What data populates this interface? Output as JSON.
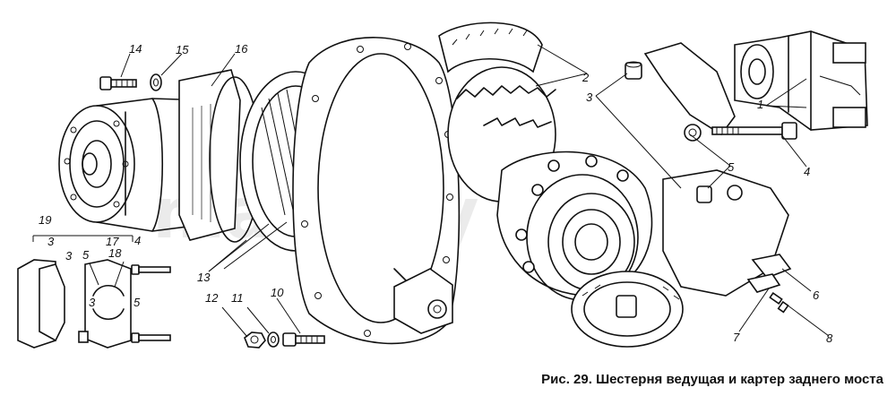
{
  "watermark": "mazikby",
  "caption": "Рис. 29. Шестерня ведущая и картер заднего моста",
  "callouts": {
    "c14": "14",
    "c15": "15",
    "c16": "16",
    "c2": "2",
    "c3a": "3",
    "c5a": "5",
    "c4": "4",
    "c1": "1",
    "c19": "19",
    "c3b": "3",
    "c17": "17",
    "c4b": "4",
    "c18": "18",
    "c5b": "5",
    "c3c": "3",
    "c3d": "3",
    "c5c": "5",
    "c13": "13",
    "c12": "12",
    "c11": "11",
    "c10": "10",
    "c6": "6",
    "c7": "7",
    "c8": "8"
  }
}
